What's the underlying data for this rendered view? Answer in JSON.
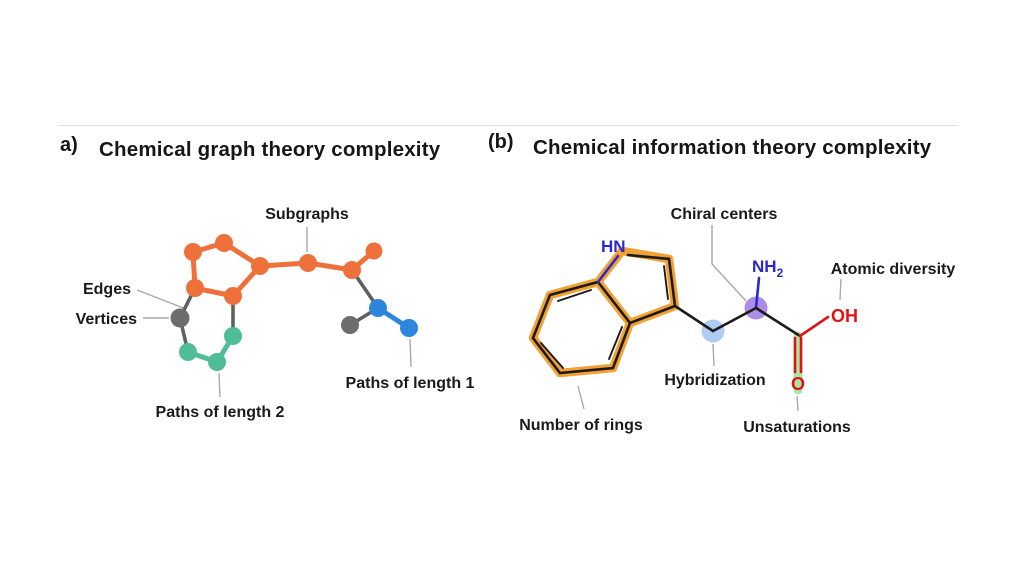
{
  "panel_a": {
    "tag": "a)",
    "title": "Chemical graph theory complexity",
    "labels": {
      "subgraphs": "Subgraphs",
      "edges": "Edges",
      "vertices": "Vertices",
      "paths_length_2": "Paths of length 2",
      "paths_length_1": "Paths of length 1"
    },
    "colors": {
      "subgraph_nodes_edges": "#EE713B",
      "path2_nodes_edges": "#4FBE97",
      "path1_nodes_edges": "#2E86DC",
      "vertex_nodes": "#6D6D6F",
      "plain_edges": "#606062"
    }
  },
  "panel_b": {
    "tag": "(b)",
    "title": "Chemical information theory complexity",
    "labels": {
      "chiral_centers": "Chiral centers",
      "atomic_diversity": "Atomic diversity",
      "hybridization": "Hybridization",
      "number_of_rings": "Number of rings",
      "unsaturations": "Unsaturations"
    },
    "atom_labels": {
      "hn": "HN",
      "nh": "NH",
      "nh_subscript": "2",
      "oh": "OH",
      "o": "O"
    },
    "colors": {
      "ring_highlight": "#F4A133",
      "chiral_center_marker": "#A37FE3",
      "hybridization_marker": "#ABCAF3",
      "unsaturation_highlight": "#A9E6A9",
      "nitrogen": "#2929D2",
      "oxygen": "#E01313",
      "bonds": "#1B1B1B"
    }
  }
}
